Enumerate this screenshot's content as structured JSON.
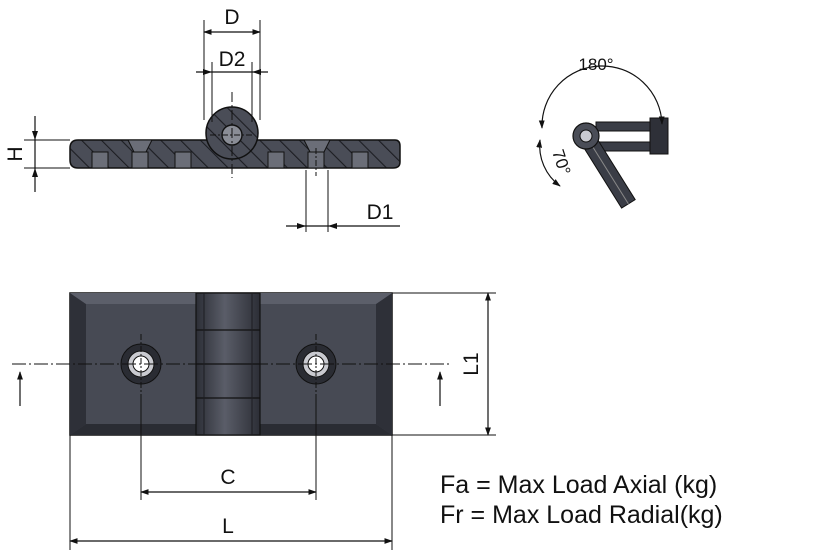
{
  "dimensions": {
    "D": "D",
    "D2": "D2",
    "H": "H",
    "D1": "D1",
    "L1": "L1",
    "C": "C",
    "L": "L"
  },
  "angles": {
    "open": "180°",
    "closed": "70°"
  },
  "legend": {
    "line1": "Fa = Max Load Axial (kg)",
    "line2": "Fr = Max Load Radial(kg)"
  },
  "colors": {
    "body": "#4a4d57",
    "body_dark": "#2e3038",
    "hatch": "#1c1d22",
    "line": "#111111"
  }
}
